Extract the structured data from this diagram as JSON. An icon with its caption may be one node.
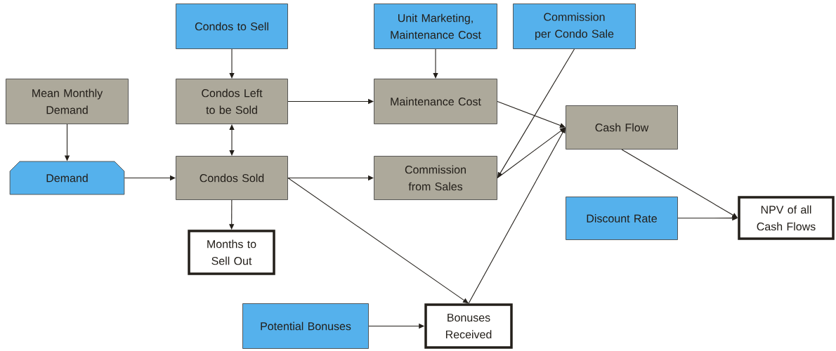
{
  "diagram": {
    "nodes": [
      {
        "text": [
          "Condos to Sell"
        ]
      },
      {
        "text": [
          "Unit Marketing, Maintenance Cost"
        ]
      },
      {
        "text": [
          "Commission per Condo Sale"
        ]
      },
      {
        "text": [
          "Mean Monthly Demand"
        ]
      },
      {
        "text": [
          "Condos Left to be Sold"
        ]
      },
      {
        "text": [
          "Maintenance Cost"
        ]
      },
      {
        "text": [
          "Cash Flow"
        ]
      },
      {
        "text": [
          "Demand"
        ]
      },
      {
        "text": [
          "Condos Sold"
        ]
      },
      {
        "text": [
          "Commission from Sales"
        ]
      },
      {
        "text": [
          "Discount Rate"
        ]
      },
      {
        "text": [
          "NPV of all Cash Flows"
        ]
      },
      {
        "text": [
          "Months to Sell Out"
        ]
      },
      {
        "text": [
          "Potential Bonuses"
        ]
      },
      {
        "text": [
          "Bonuses Received"
        ]
      }
    ],
    "edges": [
      {
        "from": 0,
        "to": 4,
        "arrow": "to"
      },
      {
        "from": 1,
        "to": 5,
        "arrow": "to"
      },
      {
        "from": 3,
        "to": 7,
        "arrow": "to"
      },
      {
        "from": 4,
        "to": 5,
        "arrow": "to"
      },
      {
        "from": 4,
        "to": 8,
        "arrow": "both"
      },
      {
        "from": 7,
        "to": 8,
        "arrow": "to"
      },
      {
        "from": 8,
        "to": 9,
        "arrow": "to"
      },
      {
        "from": 8,
        "to": 12,
        "arrow": "to"
      },
      {
        "from": 8,
        "to": 14,
        "arrow": "to"
      },
      {
        "from": 2,
        "to": 9,
        "arrow": "to"
      },
      {
        "from": 5,
        "to": 6,
        "arrow": "to"
      },
      {
        "from": 9,
        "to": 6,
        "arrow": "to"
      },
      {
        "from": 14,
        "to": 6,
        "arrow": "to"
      },
      {
        "from": 13,
        "to": 14,
        "arrow": "to"
      },
      {
        "from": 6,
        "to": 11,
        "arrow": "to"
      },
      {
        "from": 10,
        "to": 11,
        "arrow": "to"
      }
    ]
  }
}
